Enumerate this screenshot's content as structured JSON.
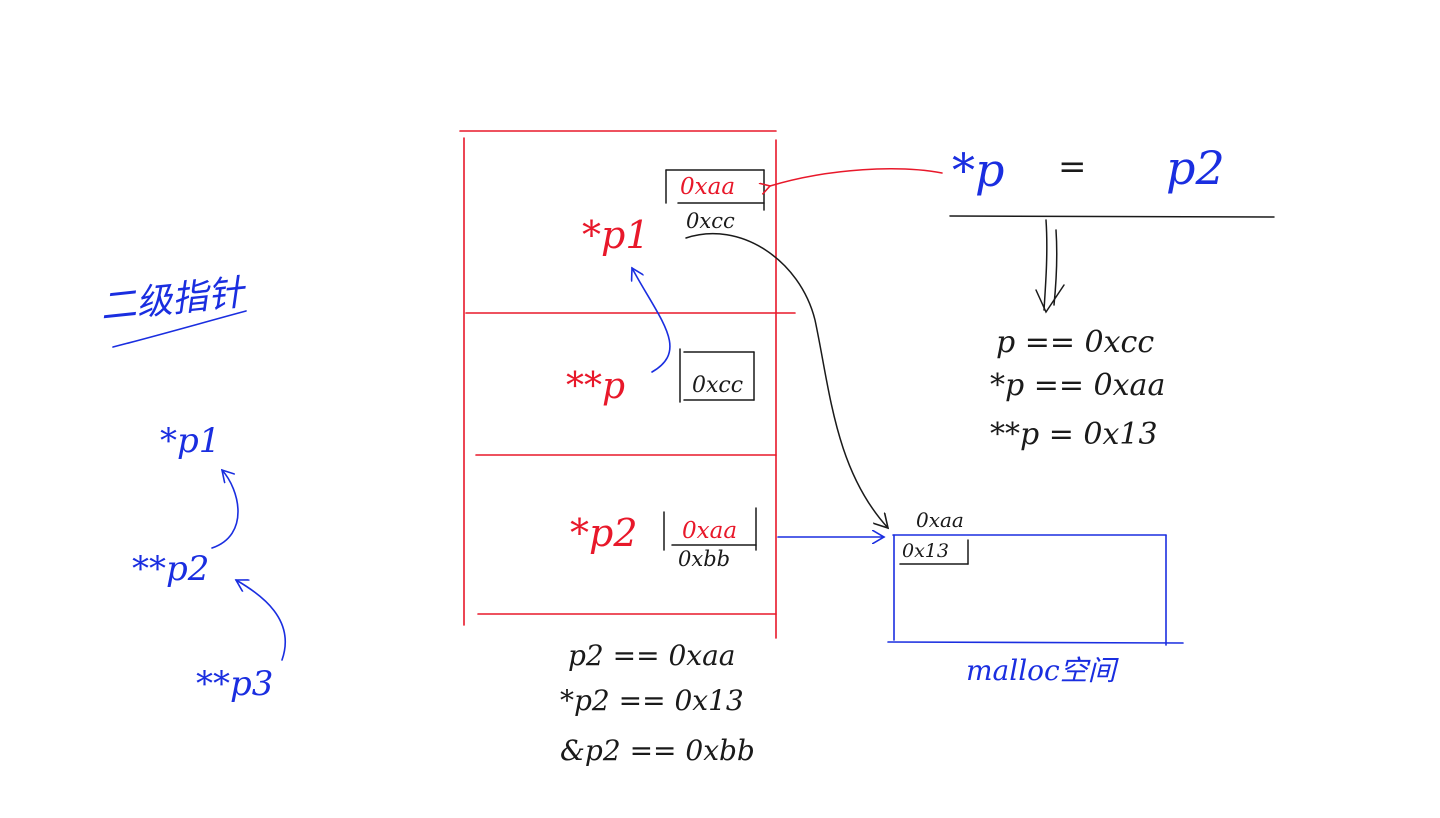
{
  "left_panel": {
    "heading": "二级指针",
    "p1": "*p1",
    "pp2": "**p2",
    "ppp3": "**p3"
  },
  "memory": {
    "p1_label": "*p1",
    "p1_value": "0xaa",
    "p1_address": "0xcc",
    "pp_label": "**p",
    "pp_value": "0xcc",
    "p2_label": "*p2",
    "p2_value": "0xaa",
    "p2_address": "0xbb"
  },
  "below_memory": {
    "line1": "p2 == 0xaa",
    "line2": "*p2 == 0x13",
    "line3": "&p2 == 0xbb"
  },
  "right_top": {
    "lhs": "*p",
    "eq": "=",
    "rhs": "p2"
  },
  "right_results": {
    "line1": "p == 0xcc",
    "line2": "*p == 0xaa",
    "line3": "**p = 0x13"
  },
  "malloc_block": {
    "address": "0xaa",
    "value": "0x13",
    "caption": "malloc空间"
  },
  "colors": {
    "red": "#e8182a",
    "blue": "#1a2ee0",
    "black": "#1a1a1a"
  }
}
